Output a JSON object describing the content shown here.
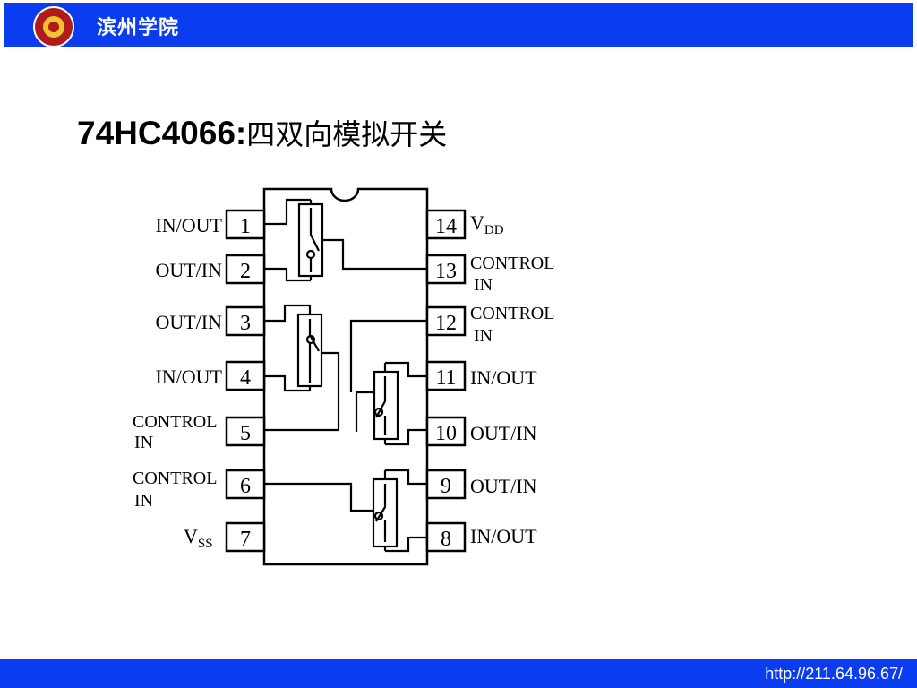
{
  "header": {
    "title": "滨州学院"
  },
  "slide": {
    "title_part": "74HC4066:",
    "title_cn": "四双向模拟开关"
  },
  "chip": {
    "left_pins": [
      {
        "num": "1",
        "label": "IN/OUT"
      },
      {
        "num": "2",
        "label": "OUT/IN"
      },
      {
        "num": "3",
        "label": "OUT/IN"
      },
      {
        "num": "4",
        "label": "IN/OUT"
      },
      {
        "num": "5",
        "label_line1": "CONTROL",
        "label_line2": "IN"
      },
      {
        "num": "6",
        "label_line1": "CONTROL",
        "label_line2": "IN"
      },
      {
        "num": "7",
        "label_main": "V",
        "label_sub": "SS"
      }
    ],
    "right_pins": [
      {
        "num": "14",
        "label_main": "V",
        "label_sub": "DD"
      },
      {
        "num": "13",
        "label_line1": "CONTROL",
        "label_line2": "IN"
      },
      {
        "num": "12",
        "label_line1": "CONTROL",
        "label_line2": "IN"
      },
      {
        "num": "11",
        "label": "IN/OUT"
      },
      {
        "num": "10",
        "label": "OUT/IN"
      },
      {
        "num": "9",
        "label": "OUT/IN"
      },
      {
        "num": "8",
        "label": "IN/OUT"
      }
    ]
  },
  "footer": {
    "url": "http://211.64.96.67/"
  }
}
